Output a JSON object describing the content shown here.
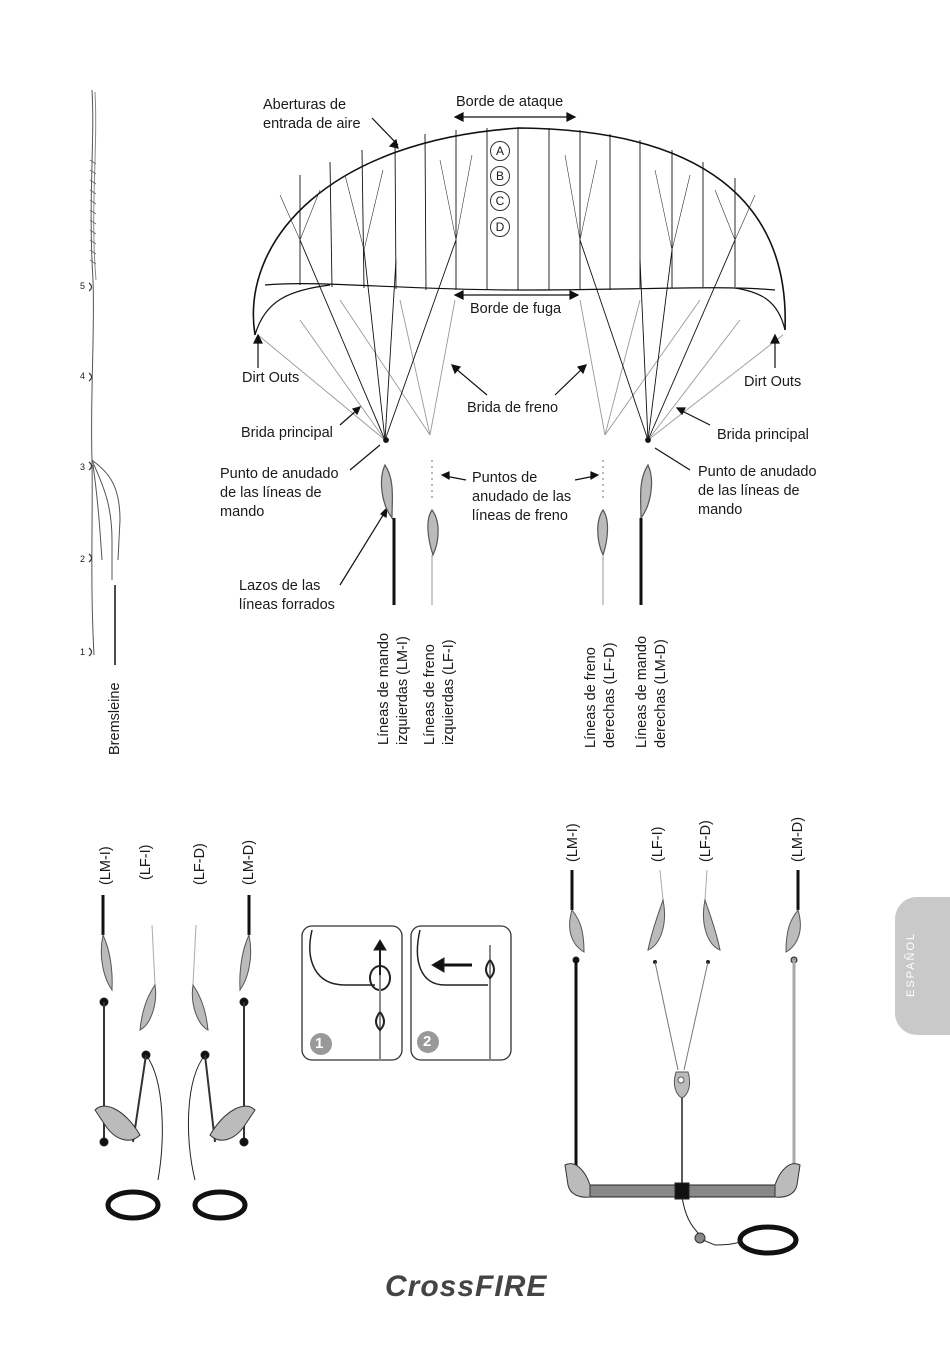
{
  "kite_labels": {
    "air_intakes": "Aberturas de\nentrada de aire",
    "leading_edge": "Borde de ataque",
    "trailing_edge": "Borde de fuga",
    "rows": [
      "A",
      "B",
      "C",
      "D"
    ],
    "dirt_outs_left": "Dirt Outs",
    "dirt_outs_right": "Dirt Outs",
    "brake_bridle": "Brida de freno",
    "main_bridle_left": "Brida principal",
    "main_bridle_right": "Brida principal",
    "steer_knot_left": "Punto de anudado\nde las líneas de\nmando",
    "steer_knot_right": "Punto de anudado\nde las líneas de\nmando",
    "brake_knot": "Puntos de\nanudado de las\nlíneas de freno",
    "sleeved_loops": "Lazos de las\nlíneas forrados"
  },
  "vertical_labels": {
    "bremsleine": "Bremsleine",
    "lm_i": "Líneas de mando\nizquierdas (LM-I)",
    "lf_i": "Líneas de freno\nizquierdas (LF-I)",
    "lf_d": "Líneas de freno\nderechas (LF-D)",
    "lm_d": "Líneas de mando\nderechas (LM-D)"
  },
  "knot_numbers": [
    "5",
    "4",
    "3",
    "2",
    "1"
  ],
  "handles": {
    "lm_i": "(LM-I)",
    "lf_i": "(LF-I)",
    "lf_d": "(LF-D)",
    "lm_d": "(LM-D)"
  },
  "bar": {
    "lm_i": "(LM-I)",
    "lf_i": "(LF-I)",
    "lf_d": "(LF-D)",
    "lm_d": "(LM-D)"
  },
  "steps": [
    "1",
    "2"
  ],
  "side_tab": "ESPAÑOL",
  "logo": "CrossFIRE"
}
